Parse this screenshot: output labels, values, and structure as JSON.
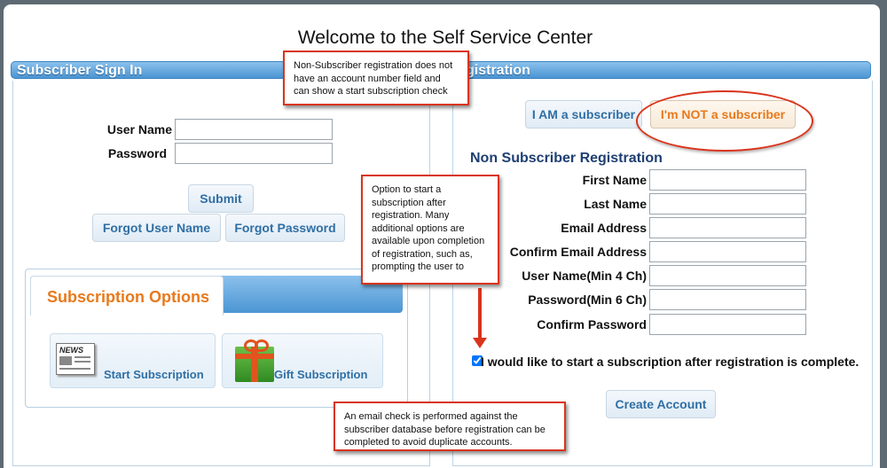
{
  "page_title": "Welcome to the Self Service Center",
  "signin": {
    "bar_label": "Subscriber Sign In",
    "username_label": "User Name",
    "password_label": "Password",
    "submit": "Submit",
    "forgot_user": "Forgot User Name",
    "forgot_password": "Forgot Password"
  },
  "subscription_options": {
    "title": "Subscription Options",
    "start": "Start Subscription",
    "gift": "Gift Subscription",
    "news_icon_text": "NEWS"
  },
  "registration": {
    "bar_label": "gistration",
    "toggle_subscriber": "I AM a subscriber",
    "toggle_not_subscriber": "I'm NOT a subscriber",
    "heading": "Non Subscriber Registration",
    "fields": {
      "first_name": "First Name",
      "last_name": "Last Name",
      "email": "Email Address",
      "confirm_email": "Confirm Email Address",
      "username": "User Name(Min 4 Ch)",
      "password": "Password(Min 6 Ch)",
      "confirm_password": "Confirm Password"
    },
    "checkbox_label": "I would like to start a subscription after registration is complete.",
    "create_account": "Create Account"
  },
  "callouts": {
    "top": "Non-Subscriber registration does not have an account number field and can show a start subscription check",
    "middle": "Option to start a subscription after registration.  Many additional options are available upon completion of registration, such as, prompting the user to",
    "bottom": "An email check is performed against the subscriber database before registration can be completed to avoid duplicate accounts."
  },
  "colors": {
    "accent_blue": "#4b95d3",
    "highlight_orange": "#e8791c",
    "callout_red": "#d9341c"
  }
}
